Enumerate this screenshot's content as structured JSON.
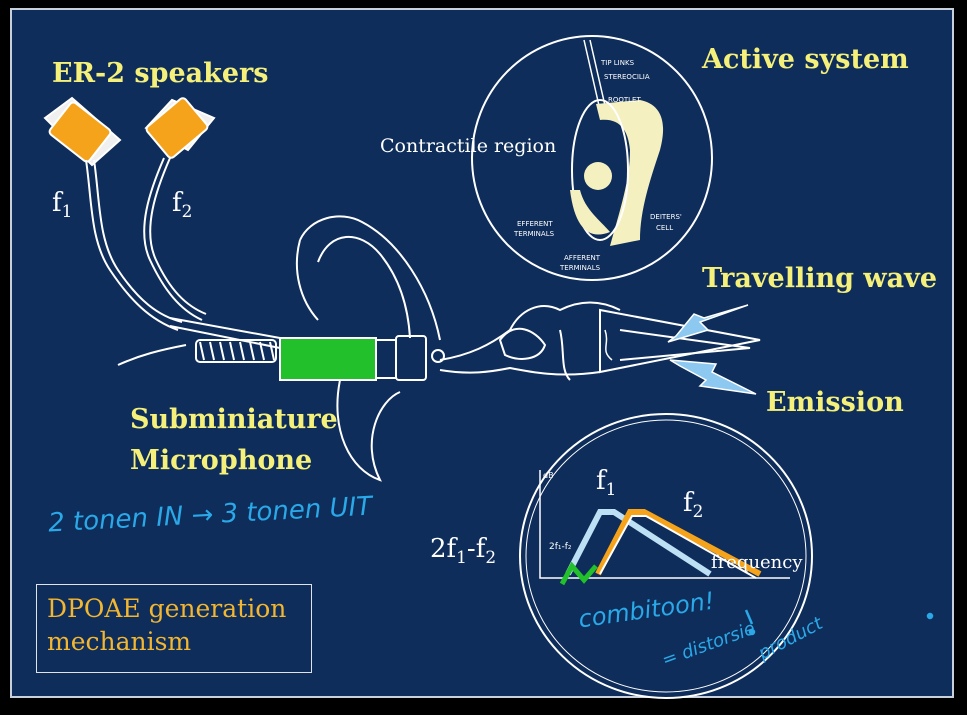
{
  "labels": {
    "speakers": "ER-2 speakers",
    "f1_left": "f",
    "f2_left": "f",
    "sub1": "1",
    "sub2": "2",
    "active_system": "Active system",
    "travelling_wave": "Travelling wave",
    "emission": "Emission",
    "microphone_line1": "Subminiature",
    "microphone_line2": "Microphone",
    "contractile": "Contractile region",
    "dp_formula_2f": "2f",
    "dp_formula_minus_f": "-f",
    "frequency": "frequency",
    "graph_f": "f"
  },
  "hair_cell_labels": {
    "tip_links": "TIP LINKS",
    "stereocilia": "STEREOCILIA",
    "rootlet": "ROOTLET",
    "deiters": "DEITERS'",
    "cell": "CELL",
    "efferent": "EFFERENT",
    "terminals": "TERMINALS",
    "afferent": "AFFERENT",
    "afferent_terminals": "TERMINALS"
  },
  "graph_labels": {
    "db": "dB",
    "small_formula": "2f₁-f₂"
  },
  "caption": {
    "line1": "DPOAE generation",
    "line2": "mechanism"
  },
  "handwriting": {
    "tones": "2 tonen IN → 3 tonen UIT",
    "combination": "combitoon!",
    "equals": "= distorsie",
    "product": "product"
  },
  "colors": {
    "background": "#0e2d5a",
    "speaker": "#f5a31a",
    "microphone": "#22c02a",
    "title_yellow": "#f4f07a",
    "caption_orange": "#f2b630",
    "arrow_blue": "#8cc8f0",
    "handwriting_blue": "#2aa8e8",
    "handwriting_green": "#22c02a"
  }
}
